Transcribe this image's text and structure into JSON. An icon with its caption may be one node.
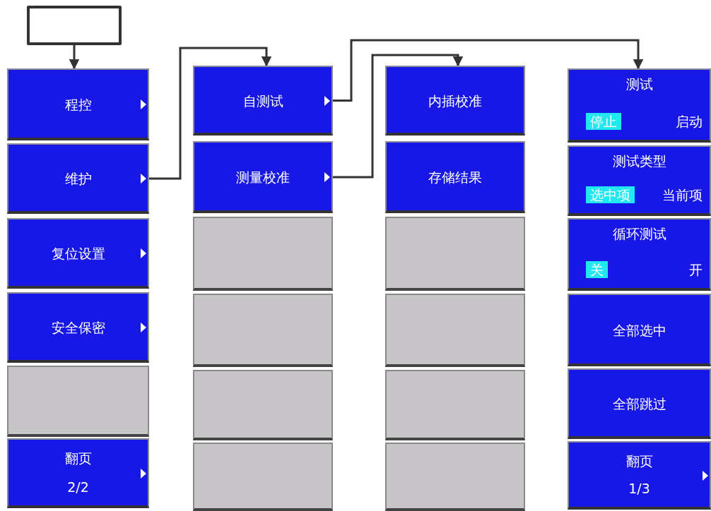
{
  "diagram": {
    "nodes": [
      {
        "text": [],
        "shape": "box"
      },
      {
        "text": [
          "程控"
        ]
      },
      {
        "text": [
          "维护"
        ]
      },
      {
        "text": [
          "复位设置"
        ]
      },
      {
        "text": [
          "安全保密"
        ]
      },
      {
        "text": [],
        "shape": "box"
      },
      {
        "text": [
          "翻页",
          "2/2"
        ]
      },
      {
        "text": [
          "自测试"
        ]
      },
      {
        "text": [
          "测量校准"
        ]
      },
      {
        "text": [],
        "shape": "box"
      },
      {
        "text": [],
        "shape": "box"
      },
      {
        "text": [],
        "shape": "box"
      },
      {
        "text": [],
        "shape": "box"
      },
      {
        "text": [
          "内插校准"
        ]
      },
      {
        "text": [
          "存储结果"
        ]
      },
      {
        "text": [],
        "shape": "box"
      },
      {
        "text": [],
        "shape": "box"
      },
      {
        "text": [],
        "shape": "box"
      },
      {
        "text": [],
        "shape": "box"
      },
      {
        "text": [
          "测试",
          "停止",
          "启动"
        ]
      },
      {
        "text": [
          "测试类型",
          "选中项",
          "当前项"
        ]
      },
      {
        "text": [
          "循环测试",
          "关",
          "开"
        ]
      },
      {
        "text": [
          "全部选中"
        ]
      },
      {
        "text": [
          "全部跳过"
        ]
      },
      {
        "text": [
          "翻页",
          "1/3"
        ]
      }
    ],
    "edges": [
      {
        "from": 0,
        "to": 1,
        "arrow": "to"
      },
      {
        "from": 2,
        "to": 7,
        "arrow": "to"
      },
      {
        "from": 7,
        "to": 19,
        "arrow": "to"
      },
      {
        "from": 8,
        "to": 13,
        "arrow": "to"
      }
    ]
  }
}
